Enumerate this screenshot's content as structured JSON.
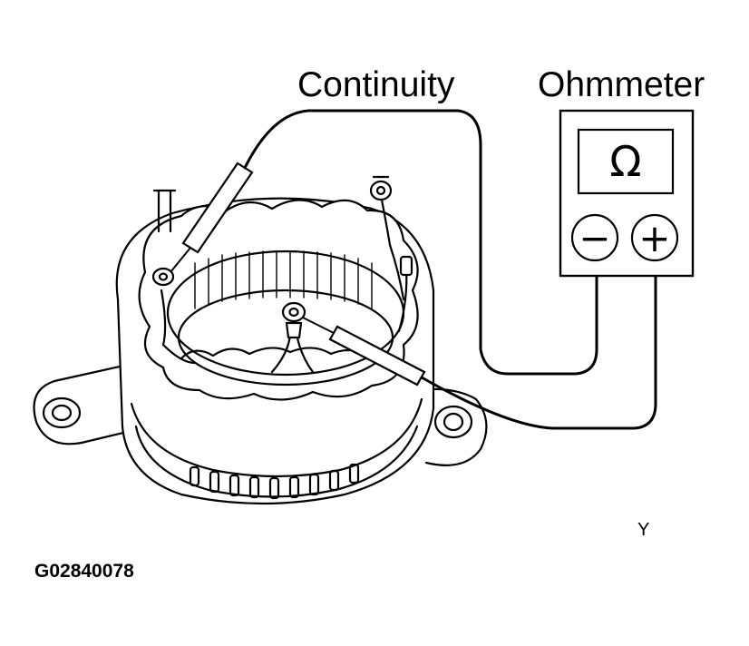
{
  "labels": {
    "continuity": "Continuity",
    "ohmmeter": "Ohmmeter",
    "corner_mark": "Y",
    "figure_code": "G02840078"
  },
  "meter": {
    "display_symbol": "Ω",
    "negative_terminal": "−",
    "positive_terminal": "+"
  }
}
